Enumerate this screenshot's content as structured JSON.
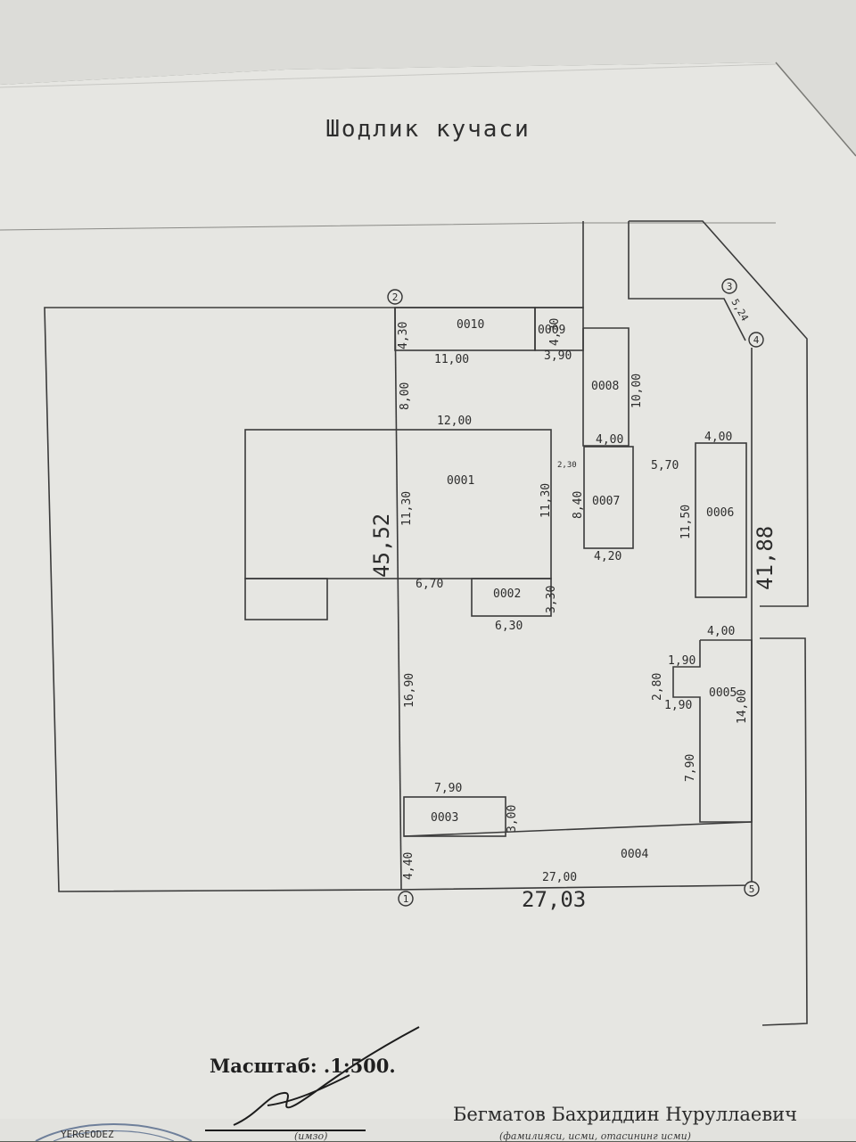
{
  "document": {
    "street_title": "Шодлик кучаси",
    "scale_label": "Масштаб: .1:500.",
    "person_name": "Бегматов Бахриддин Нуруллаевич",
    "caption_left": "(имзо)",
    "caption_right": "(фамилияси, исми, отасининг исми)",
    "stamp_text": "YERGEODEZ"
  },
  "plan": {
    "points": [
      "1",
      "2",
      "3",
      "4",
      "5"
    ],
    "rooms": [
      "0001",
      "0002",
      "0003",
      "0004",
      "0005",
      "0006",
      "0007",
      "0008",
      "0009",
      "0010"
    ],
    "dimensions": {
      "d_4_30_left": "4,30",
      "d_11_00": "11,00",
      "d_3_90": "3,90",
      "d_4_30_right": "4,30",
      "d_8_00": "8,00",
      "d_12_00": "12,00",
      "d_11_30_left": "11,30",
      "d_11_30_right": "11,30",
      "d_2_30": "2,30",
      "d_8_40": "8,40",
      "d_4_00_a": "4,00",
      "d_4_20": "4,20",
      "d_10_00": "10,00",
      "d_5_70": "5,70",
      "d_4_00_b": "4,00",
      "d_11_50": "11,50",
      "d_5_24": "5,24",
      "d_6_70": "6,70",
      "d_3_30": "3,30",
      "d_6_30": "6,30",
      "d_16_90": "16,90",
      "d_4_00_c": "4,00",
      "d_1_90_a": "1,90",
      "d_2_80": "2,80",
      "d_1_90_b": "1,90",
      "d_14_00": "14,00",
      "d_7_90_right": "7,90",
      "d_7_90_left": "7,90",
      "d_3_00": "3,00",
      "d_4_40": "4,40",
      "d_27_00": "27,00",
      "d_27_03": "27,03",
      "d_45_52": "45,52",
      "d_41_88": "41,88"
    }
  }
}
